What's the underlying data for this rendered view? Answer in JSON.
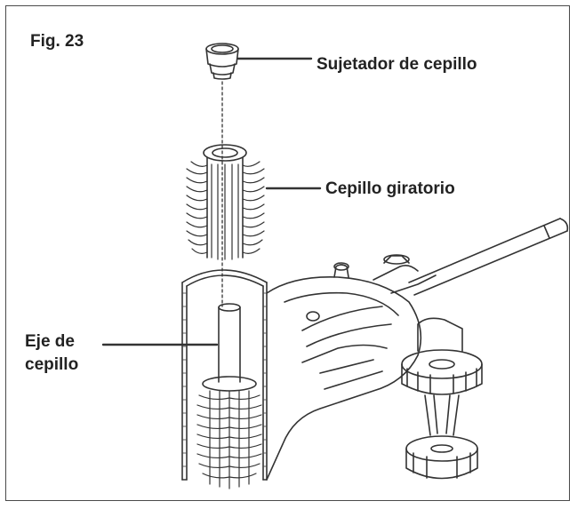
{
  "figure": {
    "label": "Fig. 23"
  },
  "callouts": {
    "brush_holder": "Sujetador de cepillo",
    "rotating_brush": "Cepillo giratorio",
    "brush_axle_line1": "Eje de",
    "brush_axle_line2": "cepillo"
  },
  "colors": {
    "line": "#333333",
    "frame": "#4a4a4a",
    "background": "#ffffff"
  }
}
